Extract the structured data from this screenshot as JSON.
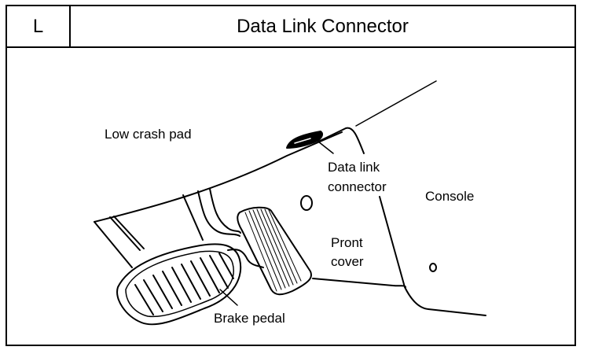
{
  "header": {
    "section_letter": "L",
    "title": "Data Link Connector"
  },
  "diagram": {
    "labels": {
      "low_crash_pad": "Low crash pad",
      "data_link_connector_line1": "Data link",
      "data_link_connector_line2": "connector",
      "console": "Console",
      "front_cover_line1": "Pront",
      "front_cover_line2": "cover",
      "brake_pedal": "Brake pedal"
    }
  }
}
